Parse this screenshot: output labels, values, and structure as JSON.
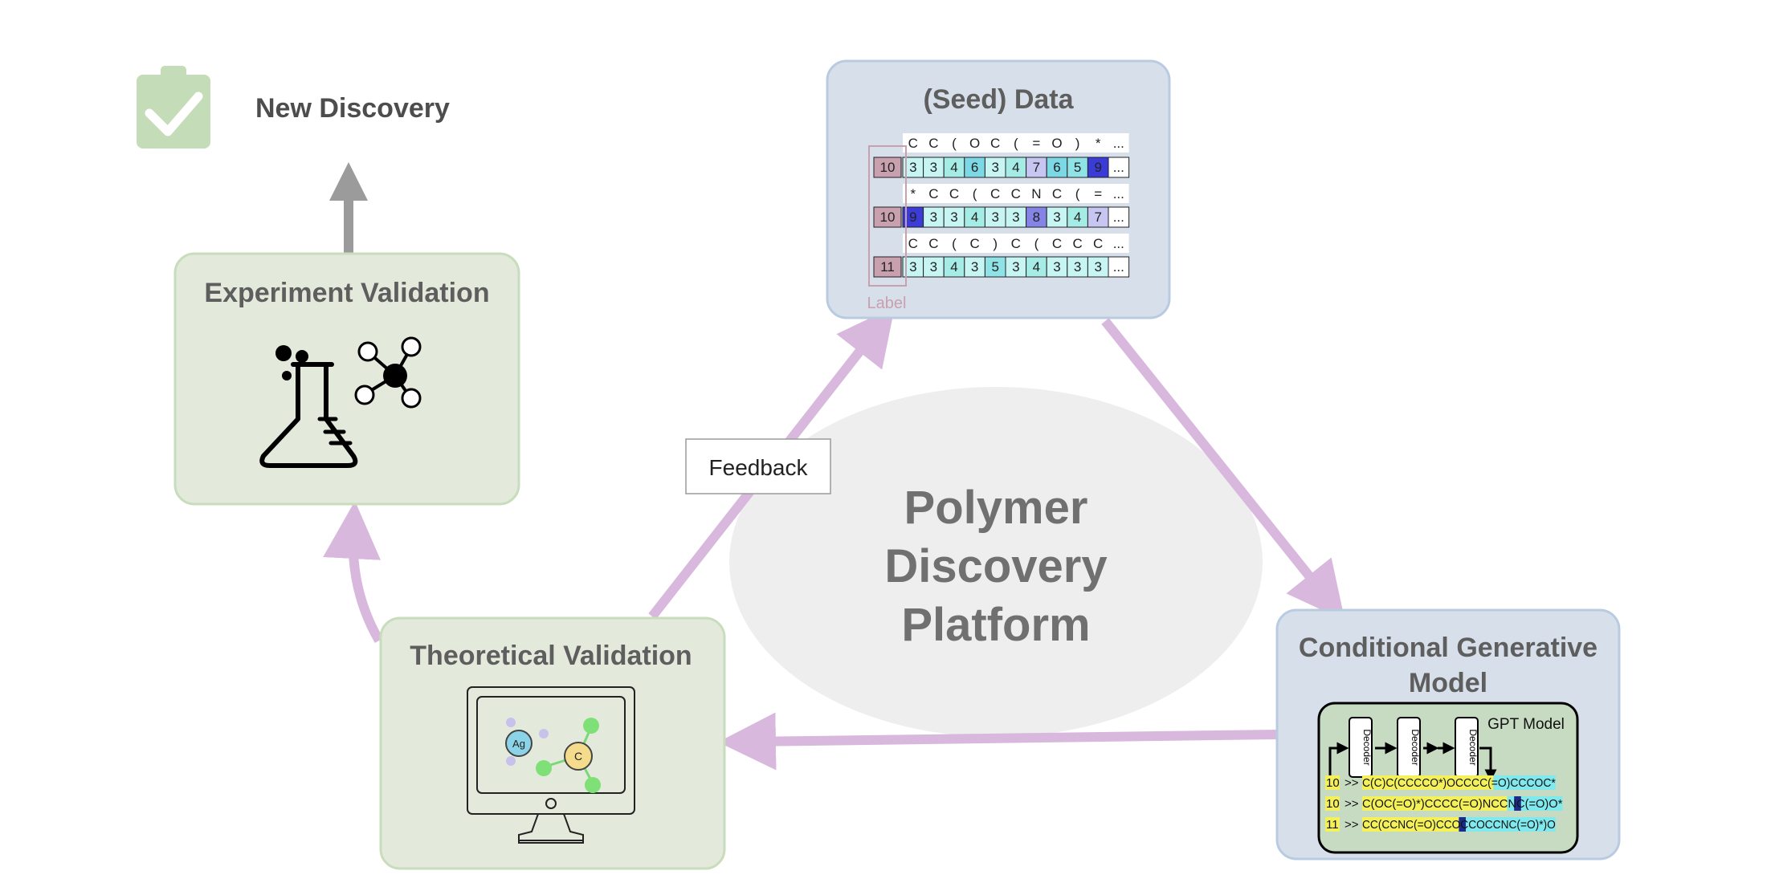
{
  "center_label": [
    "Polymer",
    "Discovery",
    "Platform"
  ],
  "new_discovery": "New Discovery",
  "feedback": "Feedback",
  "boxes": {
    "experiment": "Experiment Validation",
    "theoretical": "Theoretical Validation",
    "seed": "(Seed) Data",
    "model": [
      "Conditional Generative",
      "Model"
    ]
  },
  "seed_data": {
    "label_caption": "Label",
    "rows": [
      {
        "label": "10",
        "tokens": [
          "C",
          "C",
          "(",
          "O",
          "C",
          "(",
          "=",
          "O",
          ")",
          "*",
          "..."
        ],
        "cells": [
          "3",
          "3",
          "4",
          "6",
          "3",
          "4",
          "7",
          "6",
          "5",
          "9",
          "..."
        ]
      },
      {
        "label": "10",
        "tokens": [
          "*",
          "C",
          "C",
          "(",
          "C",
          "C",
          "N",
          "C",
          "(",
          "=",
          "..."
        ],
        "cells": [
          "9",
          "3",
          "3",
          "4",
          "3",
          "3",
          "8",
          "3",
          "4",
          "7",
          "..."
        ]
      },
      {
        "label": "11",
        "tokens": [
          "C",
          "C",
          "(",
          "C",
          ")",
          "C",
          "(",
          "C",
          "C",
          "C",
          "..."
        ],
        "cells": [
          "3",
          "3",
          "4",
          "3",
          "5",
          "3",
          "4",
          "3",
          "3",
          "3",
          "..."
        ]
      }
    ]
  },
  "model": {
    "gpt_label": "GPT Model",
    "decoder_label": "Decoder",
    "outputs": [
      {
        "label": "10",
        "prompt": ">>",
        "smiles": "C(C)C(CCCCO*)OCCCC(=O)CCCOC*"
      },
      {
        "label": "10",
        "prompt": ">>",
        "smiles": "C(OC(=O)*)CCCC(=O)NCCNC(=O)O*"
      },
      {
        "label": "11",
        "prompt": ">>",
        "smiles": "CC(CCNC(=O)CCOCCOCCNC(=O)*)O"
      }
    ]
  },
  "atoms": {
    "ag": "Ag",
    "c": "C"
  },
  "colors": {
    "green_box_fill": "#e3eadc",
    "green_box_stroke": "#c9dcbc",
    "blue_box_fill": "#d7dfea",
    "blue_box_stroke": "#b9cbe0",
    "arrow_purple": "#d9b8de",
    "arrow_gray": "#9b9b9b",
    "ellipse": "#eeeeee",
    "clipboard": "#c5dcb8",
    "label_cell": "#c9a0ad"
  }
}
